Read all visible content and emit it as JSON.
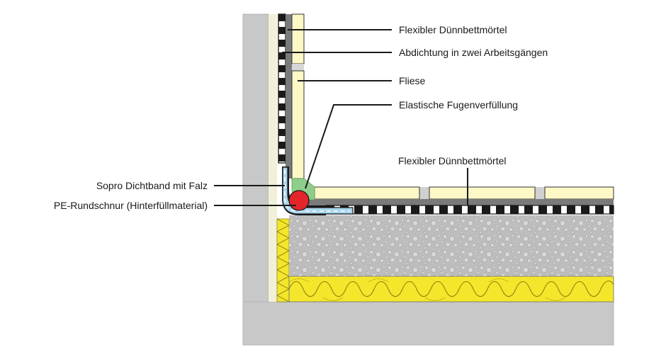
{
  "labels": {
    "mortar_wall": "Flexibler Dünnbettmörtel",
    "waterproofing": "Abdichtung in zwei Arbeitsgängen",
    "tile": "Fliese",
    "elastic_joint": "Elastische Fugenverfüllung",
    "mortar_floor": "Flexibler Dünnbettmörtel",
    "sealing_tape": "Sopro Dichtband mit Falz",
    "pe_cord": "PE-Rundschnur (Hinterfüllmaterial)"
  },
  "colors": {
    "concrete": "#c8c8c8",
    "screed": "#bdbdbd",
    "tile": "#fdf8c6",
    "insulation": "#f4e62a",
    "seal_band": "#a9d6ee",
    "pe_cord": "#e3262b",
    "elastic_joint": "#8fce8a",
    "mortar": "#7a7a7a",
    "membrane_dark": "#1a1a1a"
  }
}
